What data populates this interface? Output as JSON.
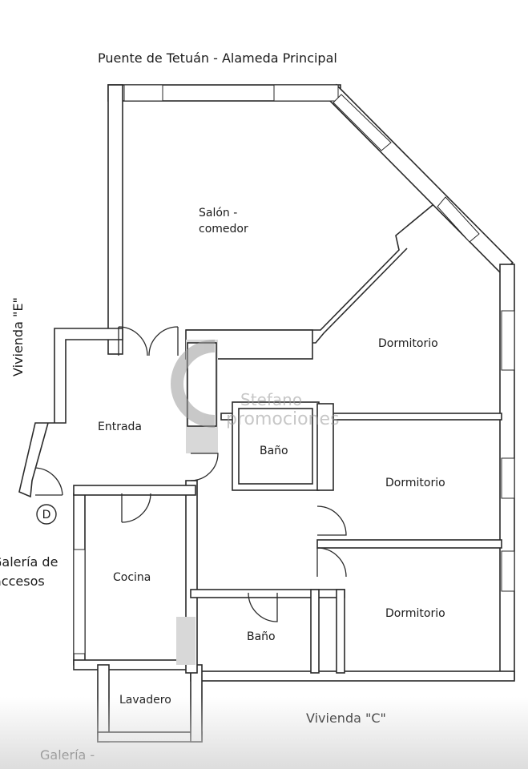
{
  "labels": {
    "street_top": "Puente de Tetuán - Alameda Principal",
    "side_left": "Vivienda \"E\"",
    "gallery_access_1": "Galería de",
    "gallery_access_2": "accesos",
    "neighbor_bottom": "Vivienda \"C\"",
    "gallery_bottom": "Galería -",
    "door_marker": "D"
  },
  "rooms": {
    "salon_1": "Salón -",
    "salon_2": "comedor",
    "entrada": "Entrada",
    "dormitorio_1": "Dormitorio",
    "dormitorio_2": "Dormitorio",
    "dormitorio_3": "Dormitorio",
    "bano_1": "Baño",
    "bano_2": "Baño",
    "cocina": "Cocina",
    "lavadero": "Lavadero"
  },
  "watermark": {
    "line1": "Stefano",
    "line2": "promociones",
    "color": "#9a9a9a"
  }
}
